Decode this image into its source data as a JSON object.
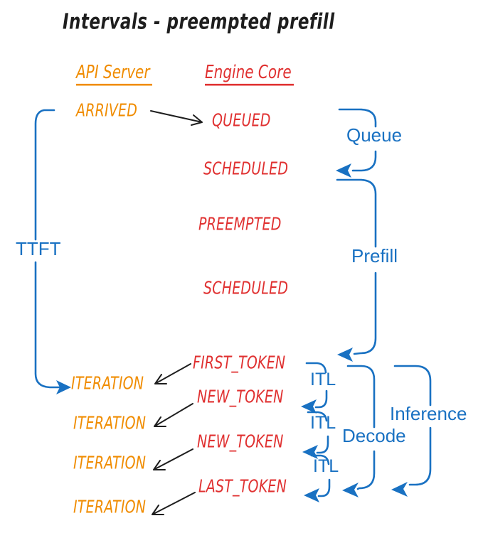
{
  "title": "Intervals - preempted prefill",
  "columns": {
    "api_server": "API Server",
    "engine_core": "Engine Core"
  },
  "api_server_events": {
    "arrived": "ARRIVED",
    "iteration_1": "ITERATION",
    "iteration_2": "ITERATION",
    "iteration_3": "ITERATION",
    "iteration_4": "ITERATION"
  },
  "engine_core_events": {
    "queued": "QUEUED",
    "scheduled_1": "SCHEDULED",
    "preempted": "PREEMPTED",
    "scheduled_2": "SCHEDULED",
    "first_token": "FIRST_TOKEN",
    "new_token_1": "NEW_TOKEN",
    "new_token_2": "NEW_TOKEN",
    "last_token": "LAST_TOKEN"
  },
  "interval_labels": {
    "ttft": "TTFT",
    "queue": "Queue",
    "prefill": "Prefill",
    "itl_1": "ITL",
    "itl_2": "ITL",
    "itl_3": "ITL",
    "decode": "Decode",
    "inference": "Inference"
  },
  "colors": {
    "blue": "#1971c2",
    "red": "#e03131",
    "orange": "#f08c00",
    "ink": "#1e1e1e",
    "background": "#ffffff"
  }
}
